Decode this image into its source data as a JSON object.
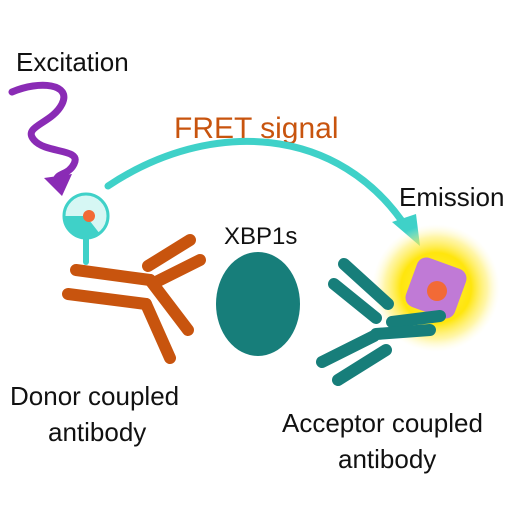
{
  "labels": {
    "excitation": "Excitation",
    "fret_signal": "FRET signal",
    "emission": "Emission",
    "target": "XBP1s",
    "donor_line1": "Donor coupled",
    "donor_line2": "antibody",
    "acceptor_line1": "Acceptor coupled",
    "acceptor_line2": "antibody"
  },
  "colors": {
    "donor_antibody": "#c8540e",
    "acceptor_antibody": "#177e7a",
    "target_protein": "#177e7a",
    "excitation_wave": "#8a2bb5",
    "fret_arrow": "#3fd1c8",
    "fret_text": "#c8540e",
    "emission_glow": "#ffe400",
    "acceptor_fluorophore": "#c07ad6",
    "fluorophore_core": "#f26a36",
    "donor_fluorophore": "#3fd1c8",
    "label_text": "#111111"
  },
  "icons": {
    "excitation": "wavy-arrow-icon",
    "fret": "curved-arrow-icon"
  }
}
